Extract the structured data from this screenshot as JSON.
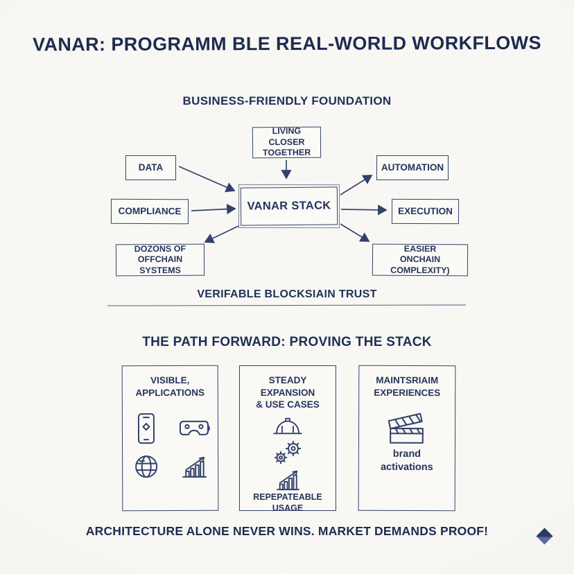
{
  "colors": {
    "ink": "#33426b",
    "paper": "#f6f5f1",
    "title_ink": "#1d2b50"
  },
  "title": "VANAR: PROGRAMM BLE REAL-WORLD WORKFLOWS",
  "foundation": {
    "heading": "BUSINESS-FRIENDLY FOUNDATION",
    "top_box": "LIVING CLOSER\nTOGETHER",
    "center_box": "VANAR STACK",
    "left_boxes": [
      "DATA",
      "COMPLIANCE",
      "DOZONS OF\nOFFCHAIN SYSTEMS"
    ],
    "right_boxes": [
      "AUTOMATION",
      "EXECUTION",
      "EASIER\nONCHAIN COMPLEXITY)"
    ],
    "trust_caption": "VERIFABLE BLOCKSIAIN TRUST"
  },
  "path_forward": {
    "heading": "THE PATH FORWARD: PROVING THE STACK",
    "cards": [
      {
        "title": "VISIBLE,\nAPPLICATIONS",
        "caption": "",
        "icons": [
          "smartphone-icon",
          "vr-headset-icon",
          "globe-icon",
          "growth-chart-icon"
        ]
      },
      {
        "title": "STEADY EXPANSION\n& USE CASES",
        "caption": "REPEPATEABLE\nUSAGE",
        "icons": [
          "hard-hat-icon",
          "gears-icon",
          "growth-chart-icon"
        ]
      },
      {
        "title": "MAINTSRIAIM\nEXPERIENCES",
        "caption": "brand\nactivations",
        "icons": [
          "clapperboard-icon"
        ]
      }
    ]
  },
  "footer": "ARCHITECTURE ALONE NEVER WINS. MARKET DEMANDS PROOF!"
}
